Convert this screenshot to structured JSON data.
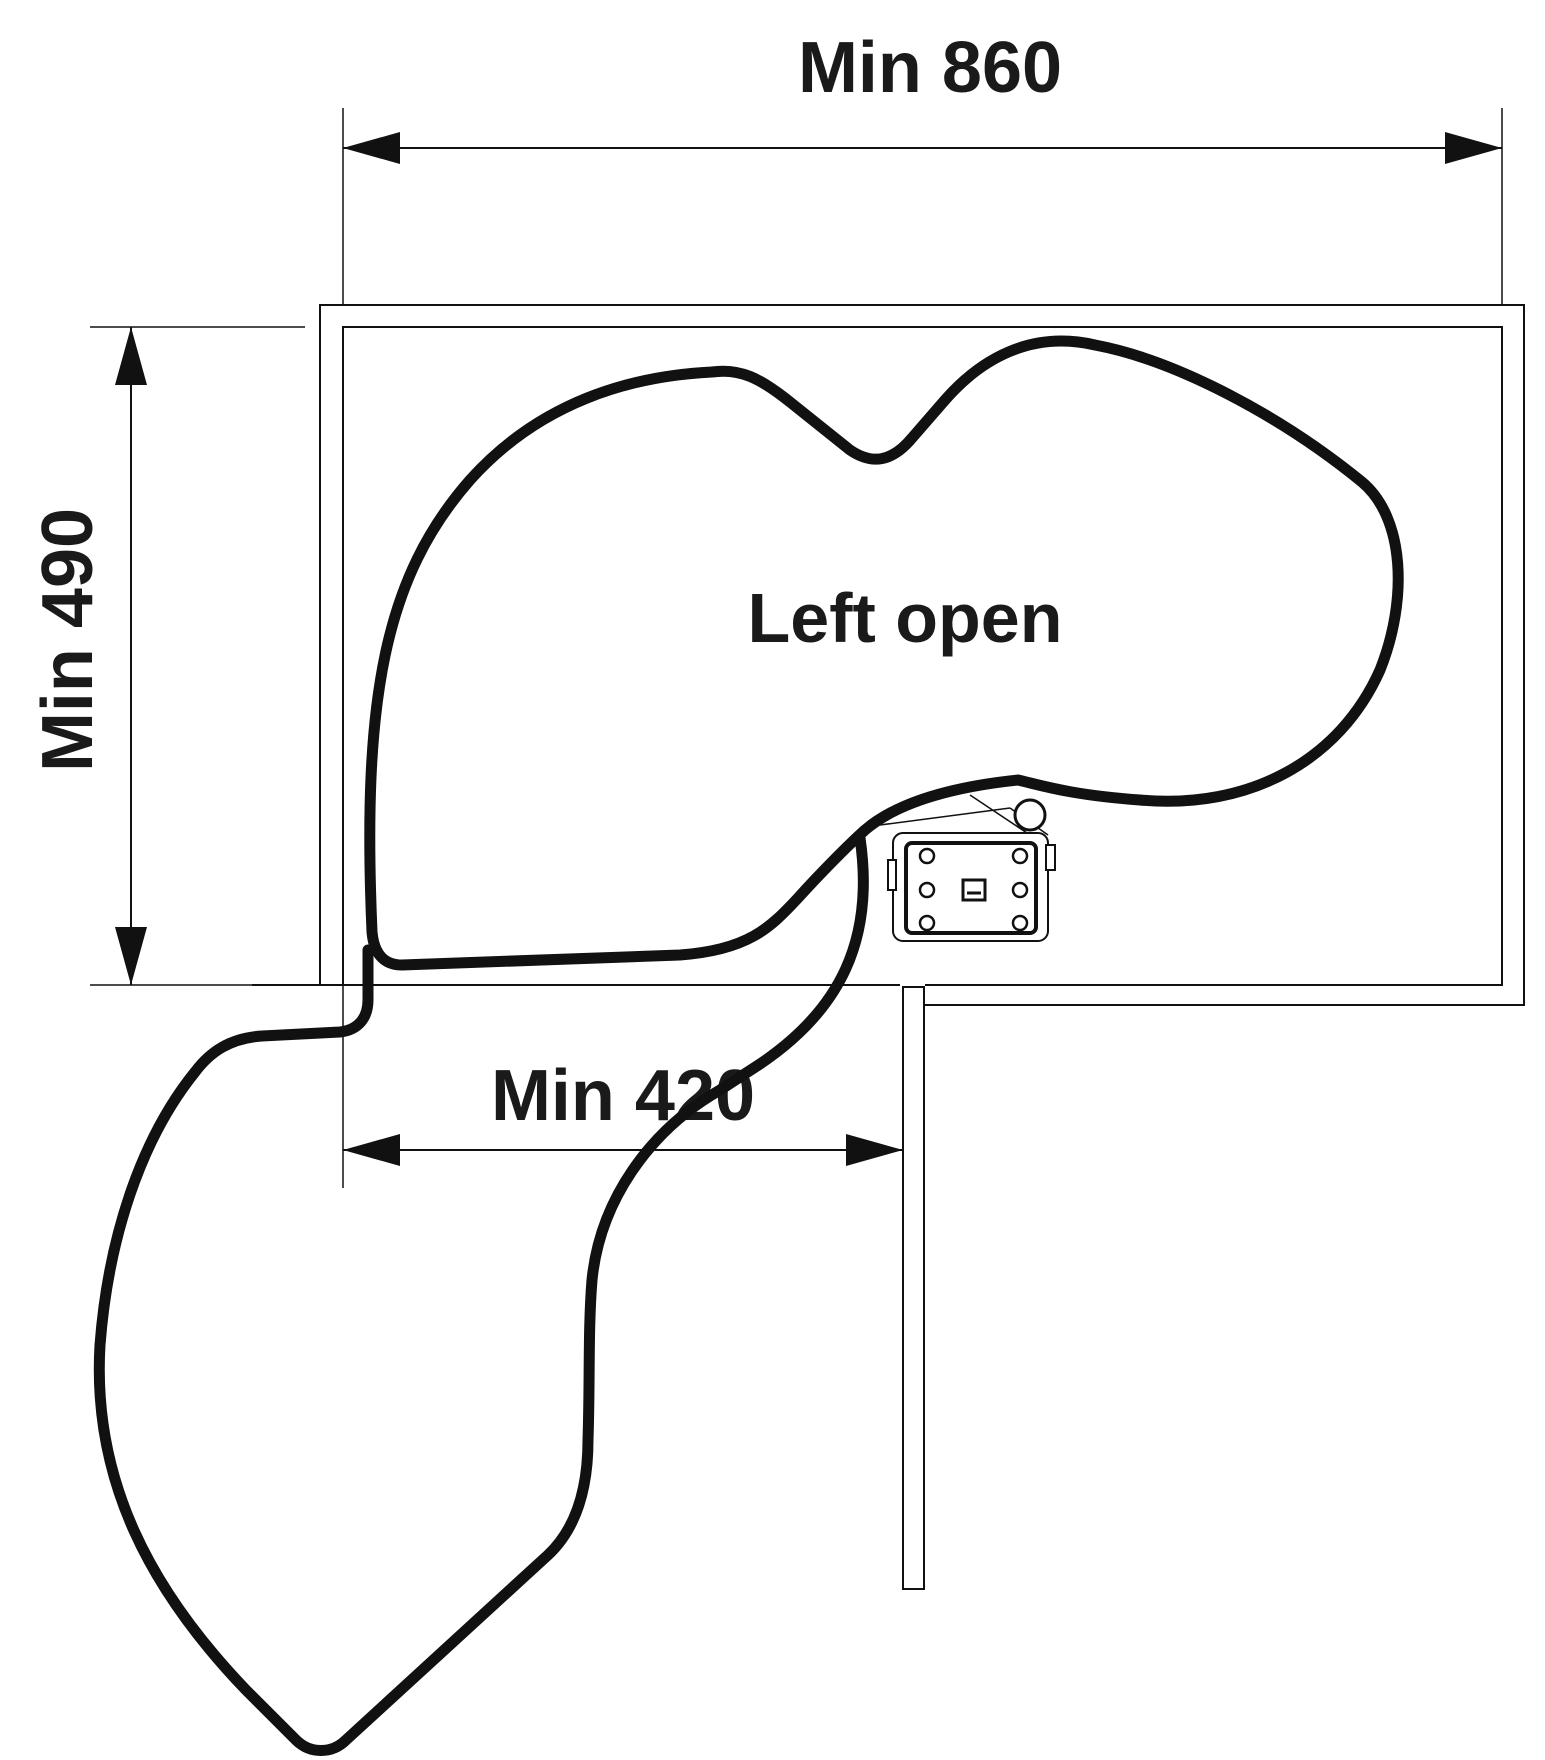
{
  "dimensions": {
    "width_label": "Min 860",
    "depth_label": "Min 490",
    "opening_label": "Min 420"
  },
  "shelf_label": "Left open",
  "colors": {
    "line": "#111111",
    "background": "#ffffff"
  }
}
